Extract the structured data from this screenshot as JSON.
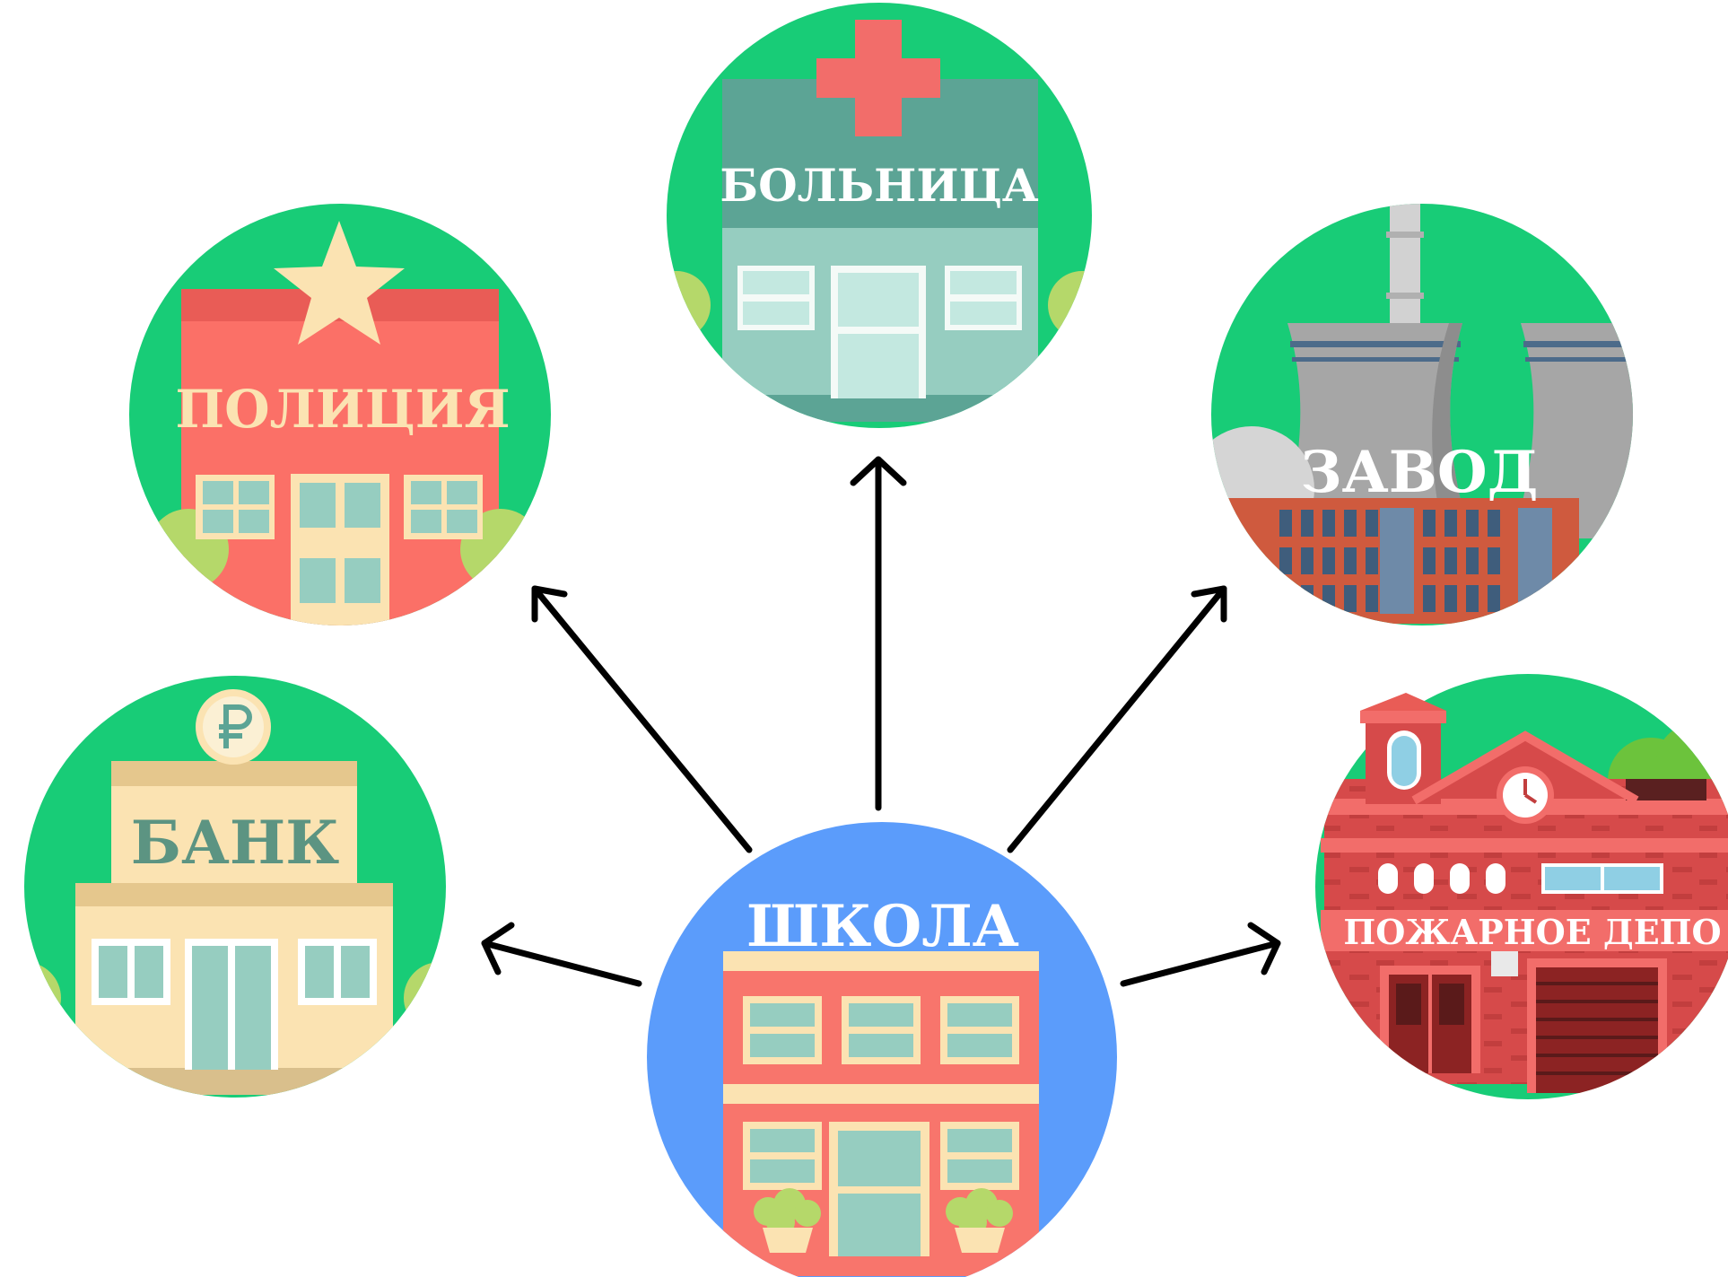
{
  "center": {
    "label": "ШКОЛА"
  },
  "nodes": [
    {
      "id": "hospital",
      "label": "БОЛЬНИЦА"
    },
    {
      "id": "police",
      "label": "ПОЛИЦИЯ"
    },
    {
      "id": "factory",
      "label": "ЗАВОД"
    },
    {
      "id": "bank",
      "label": "БАНК"
    },
    {
      "id": "fire-station",
      "label": "ПОЖАРНОЕ ДЕПО"
    }
  ],
  "icons": {
    "bank_sign": "ruble-icon",
    "hospital_sign": "red-cross-icon",
    "police_sign": "star-icon",
    "fire_station_sign": "clock-icon"
  },
  "colors": {
    "background": "#ffffff",
    "circle_green": "#18cc77",
    "circle_blue": "#5b9cfb",
    "arrow": "#000000",
    "school_wall": "#f8756c",
    "hospital_wall": "#96cdc0",
    "police_wall": "#fb7067",
    "bank_wall": "#fbe3b2",
    "factory_brick": "#cf5a3e",
    "fire_wall": "#d64a4a"
  }
}
